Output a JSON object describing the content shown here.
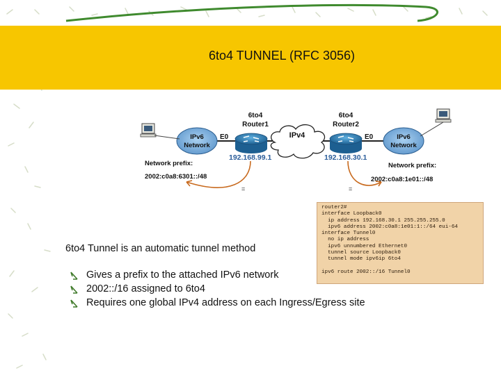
{
  "slide": {
    "title": "6to4 TUNNEL (RFC 3056)",
    "intro": "6to4 Tunnel is an automatic tunnel method",
    "bullets": [
      "Gives a prefix to the attached IPv6 network",
      "2002::/16 assigned to 6to4",
      "Requires one global IPv4 address on each Ingress/Egress site"
    ]
  },
  "diagram": {
    "router1": {
      "name": "6to4",
      "name2": "Router1",
      "interface": "E0",
      "ip": "192.168.99.1"
    },
    "router2": {
      "name": "6to4",
      "name2": "Router2",
      "interface": "E0",
      "ip": "192.168.30.1"
    },
    "cloud_label": "IPv4",
    "net_left": {
      "line1": "IPv6",
      "line2": "Network"
    },
    "net_right": {
      "line1": "IPv6",
      "line2": "Network"
    },
    "prefix_left": {
      "label": "Network prefix:",
      "value": "2002:c0a8:6301::/48"
    },
    "prefix_right": {
      "label": "Network prefix:",
      "value": "2002:c0a8:1e01::/48"
    },
    "eq_left": "=",
    "eq_right": "="
  },
  "config": {
    "lines": [
      "router2#",
      "interface Loopback0",
      "  ip address 192.168.30.1 255.255.255.0",
      "  ipv6 address 2002:c0a8:1e01:1::/64 eui-64",
      "interface Tunnel0",
      "  no ip address",
      "  ipv6 unnumbered Ethernet0",
      "  tunnel source Loopback0",
      "  tunnel mode ipv6ip 6to4",
      "",
      "ipv6 route 2002::/16 Tunnel0"
    ]
  },
  "colors": {
    "banner": "#f7c600",
    "network_oval": "#7fb3e0",
    "router": "#2d7fb8",
    "arrow": "#c86a1e",
    "code_bg": "#f1d3a8",
    "decoration": "#3f8a2e"
  }
}
